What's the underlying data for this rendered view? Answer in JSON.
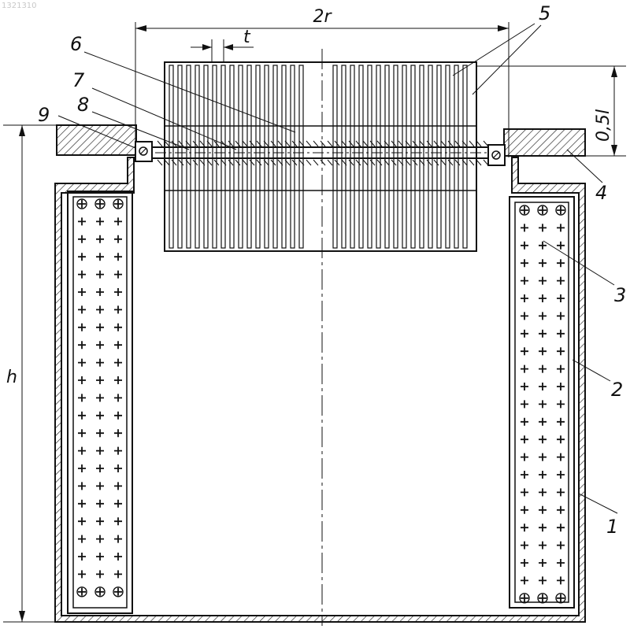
{
  "watermark": "1321310",
  "dimensions": {
    "width": "2r",
    "pitch": "t",
    "height": "h",
    "overhang": "0,5l"
  },
  "callouts": [
    "1",
    "2",
    "3",
    "4",
    "5",
    "6",
    "7",
    "8",
    "9"
  ]
}
